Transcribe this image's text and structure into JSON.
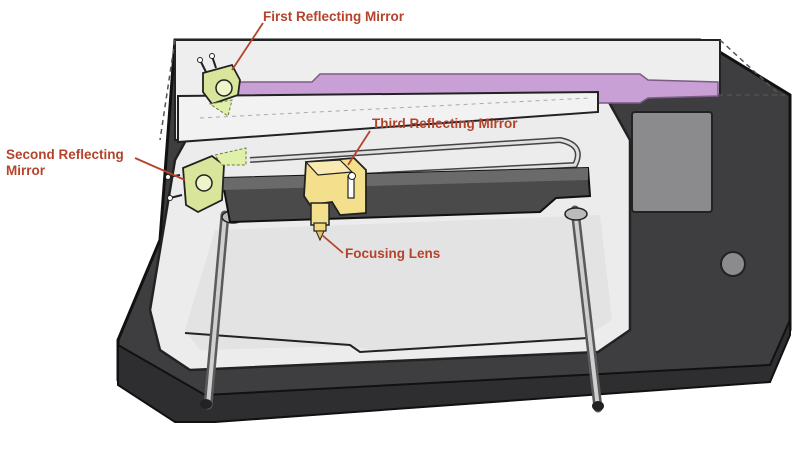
{
  "diagram": {
    "labels": {
      "first_mirror": "First Reflecting Mirror",
      "second_mirror_line1": "Second Reflecting",
      "second_mirror_line2": "Mirror",
      "third_mirror": "Third Reflecting Mirror",
      "focusing_lens": "Focusing Lens"
    },
    "colors": {
      "callout_text": "#b5432b",
      "cabinet": "#3e3e40",
      "cabinet_edge": "#111111",
      "inner_bed": "#ececec",
      "laser_tube": "#c9a0d6",
      "mirror_green": "#d8e59a",
      "laser_head_yellow": "#f4e08c",
      "gantry": "#4a4a4a"
    }
  }
}
